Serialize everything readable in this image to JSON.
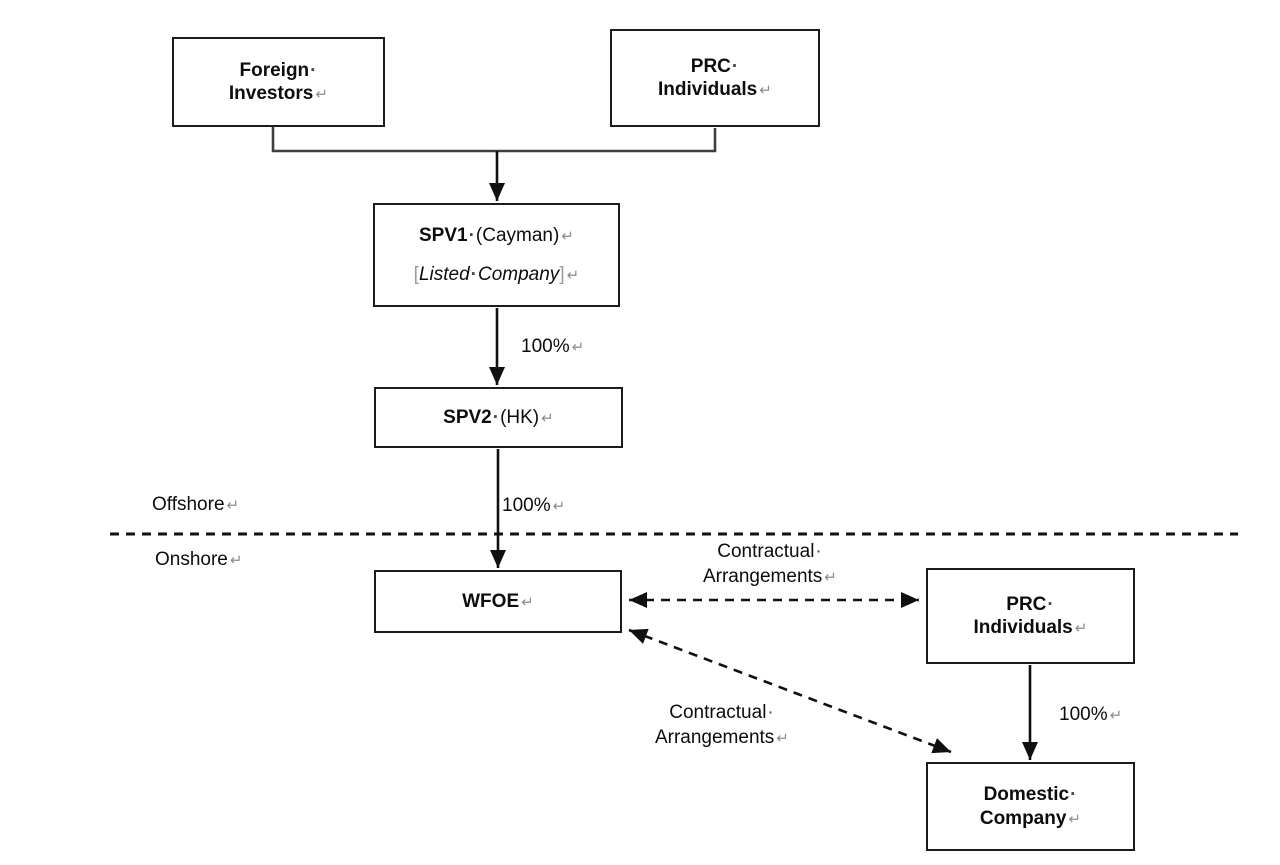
{
  "marks": {
    "dot": "·",
    "ret": "↵"
  },
  "boxes": {
    "foreign_investors": {
      "line1": "Foreign",
      "line2": "Investors"
    },
    "prc_individuals_top": {
      "line1": "PRC",
      "line2": "Individuals"
    },
    "spv1": {
      "name": "SPV1",
      "jurisdiction": "(Cayman)",
      "open_bracket": "[",
      "subtitle_word1": "Listed",
      "subtitle_word2": "Company",
      "close_bracket": "]"
    },
    "spv2": {
      "name": "SPV2",
      "jurisdiction": "(HK)"
    },
    "wfoe": {
      "name": "WFOE"
    },
    "prc_individuals_onshore": {
      "line1": "PRC",
      "line2": "Individuals"
    },
    "domestic_company": {
      "line1": "Domestic",
      "line2": "Company"
    }
  },
  "labels": {
    "pct_spv1_spv2": "100%",
    "pct_spv2_wfoe": "100%",
    "pct_prc_domestic": "100%",
    "offshore": "Offshore",
    "onshore": "Onshore",
    "contractual_wfoe_prc": {
      "line1": "Contractual",
      "line2": "Arrangements"
    },
    "contractual_wfoe_domestic": {
      "line1": "Contractual",
      "line2": "Arrangements"
    }
  },
  "colors": {
    "background": "#ffffff",
    "box_border": "#1c1c1c",
    "text": "#0d0d0d",
    "arrow": "#101010",
    "connector": "#3f3f3f",
    "formatting_mark": "#8c8c8c",
    "bracket": "#9c9c9c"
  }
}
